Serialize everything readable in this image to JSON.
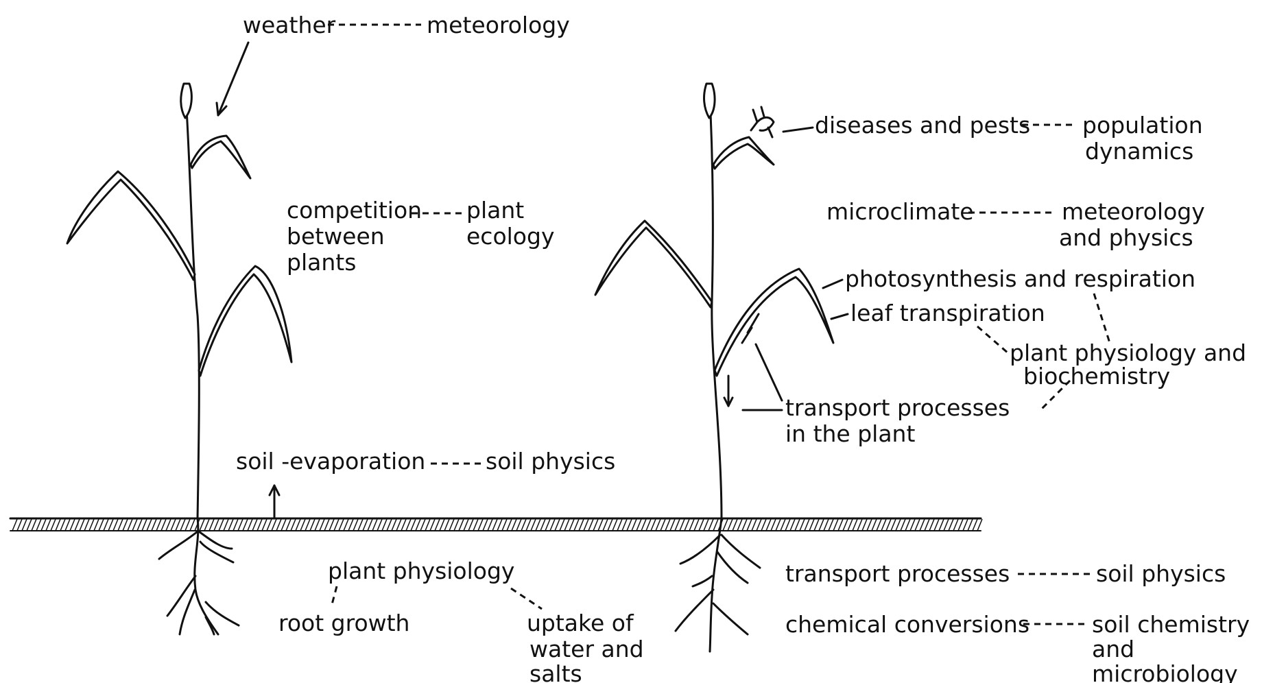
{
  "labels": {
    "weather": "weather",
    "meteorology_top": "meteorology",
    "competition_1": "competition",
    "competition_2": "between",
    "competition_3": "plants",
    "plant_ecology_1": "plant",
    "plant_ecology_2": "ecology",
    "soil_evaporation": "soil -evaporation",
    "soil_physics_top": "soil physics",
    "plant_physiology_root": "plant physiology",
    "root_growth": "root growth",
    "uptake_1": "uptake of",
    "uptake_2": "water and",
    "uptake_3": "salts",
    "diseases": "diseases and pests",
    "population_1": "population",
    "population_2": "dynamics",
    "microclimate": "microclimate",
    "meteorology_physics_1": "meteorology",
    "meteorology_physics_2": "and physics",
    "photosynthesis": "photosynthesis and respiration",
    "leaf_transpiration": "leaf transpiration",
    "plant_phys_biochem_1": "plant physiology and",
    "plant_phys_biochem_2": "biochemistry",
    "transport_plant_1": "transport  processes",
    "transport_plant_2": "in the plant",
    "transport_soil": "transport processes",
    "soil_physics_bottom": "soil  physics",
    "chemical_conversions": "chemical conversions",
    "soil_chem_1": "soil chemistry",
    "soil_chem_2": "and",
    "soil_chem_3": "microbiology"
  }
}
